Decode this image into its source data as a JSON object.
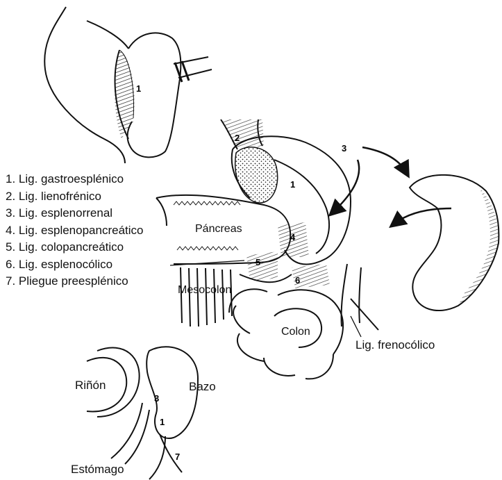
{
  "legend": [
    "1. Lig. gastroesplénico",
    "2. Lig. lienofrénico",
    "3. Lig. esplenorrenal",
    "4. Lig. esplenopancreático",
    "5. Lig. colopancreático",
    "6. Lig. esplenocólico",
    "7. Pliegue preesplénico"
  ],
  "labels": {
    "pancreas": "Páncreas",
    "mesocolon": "Mesocolon",
    "colon": "Colon",
    "frenocolico": "Lig. frenocólico",
    "rinon": "Riñón",
    "bazo": "Bazo",
    "estomago": "Estómago"
  },
  "markers": {
    "top_inset": "1",
    "main": [
      "1",
      "2",
      "3",
      "4",
      "5",
      "6"
    ],
    "bottom_inset": [
      "3",
      "1",
      "7"
    ]
  }
}
